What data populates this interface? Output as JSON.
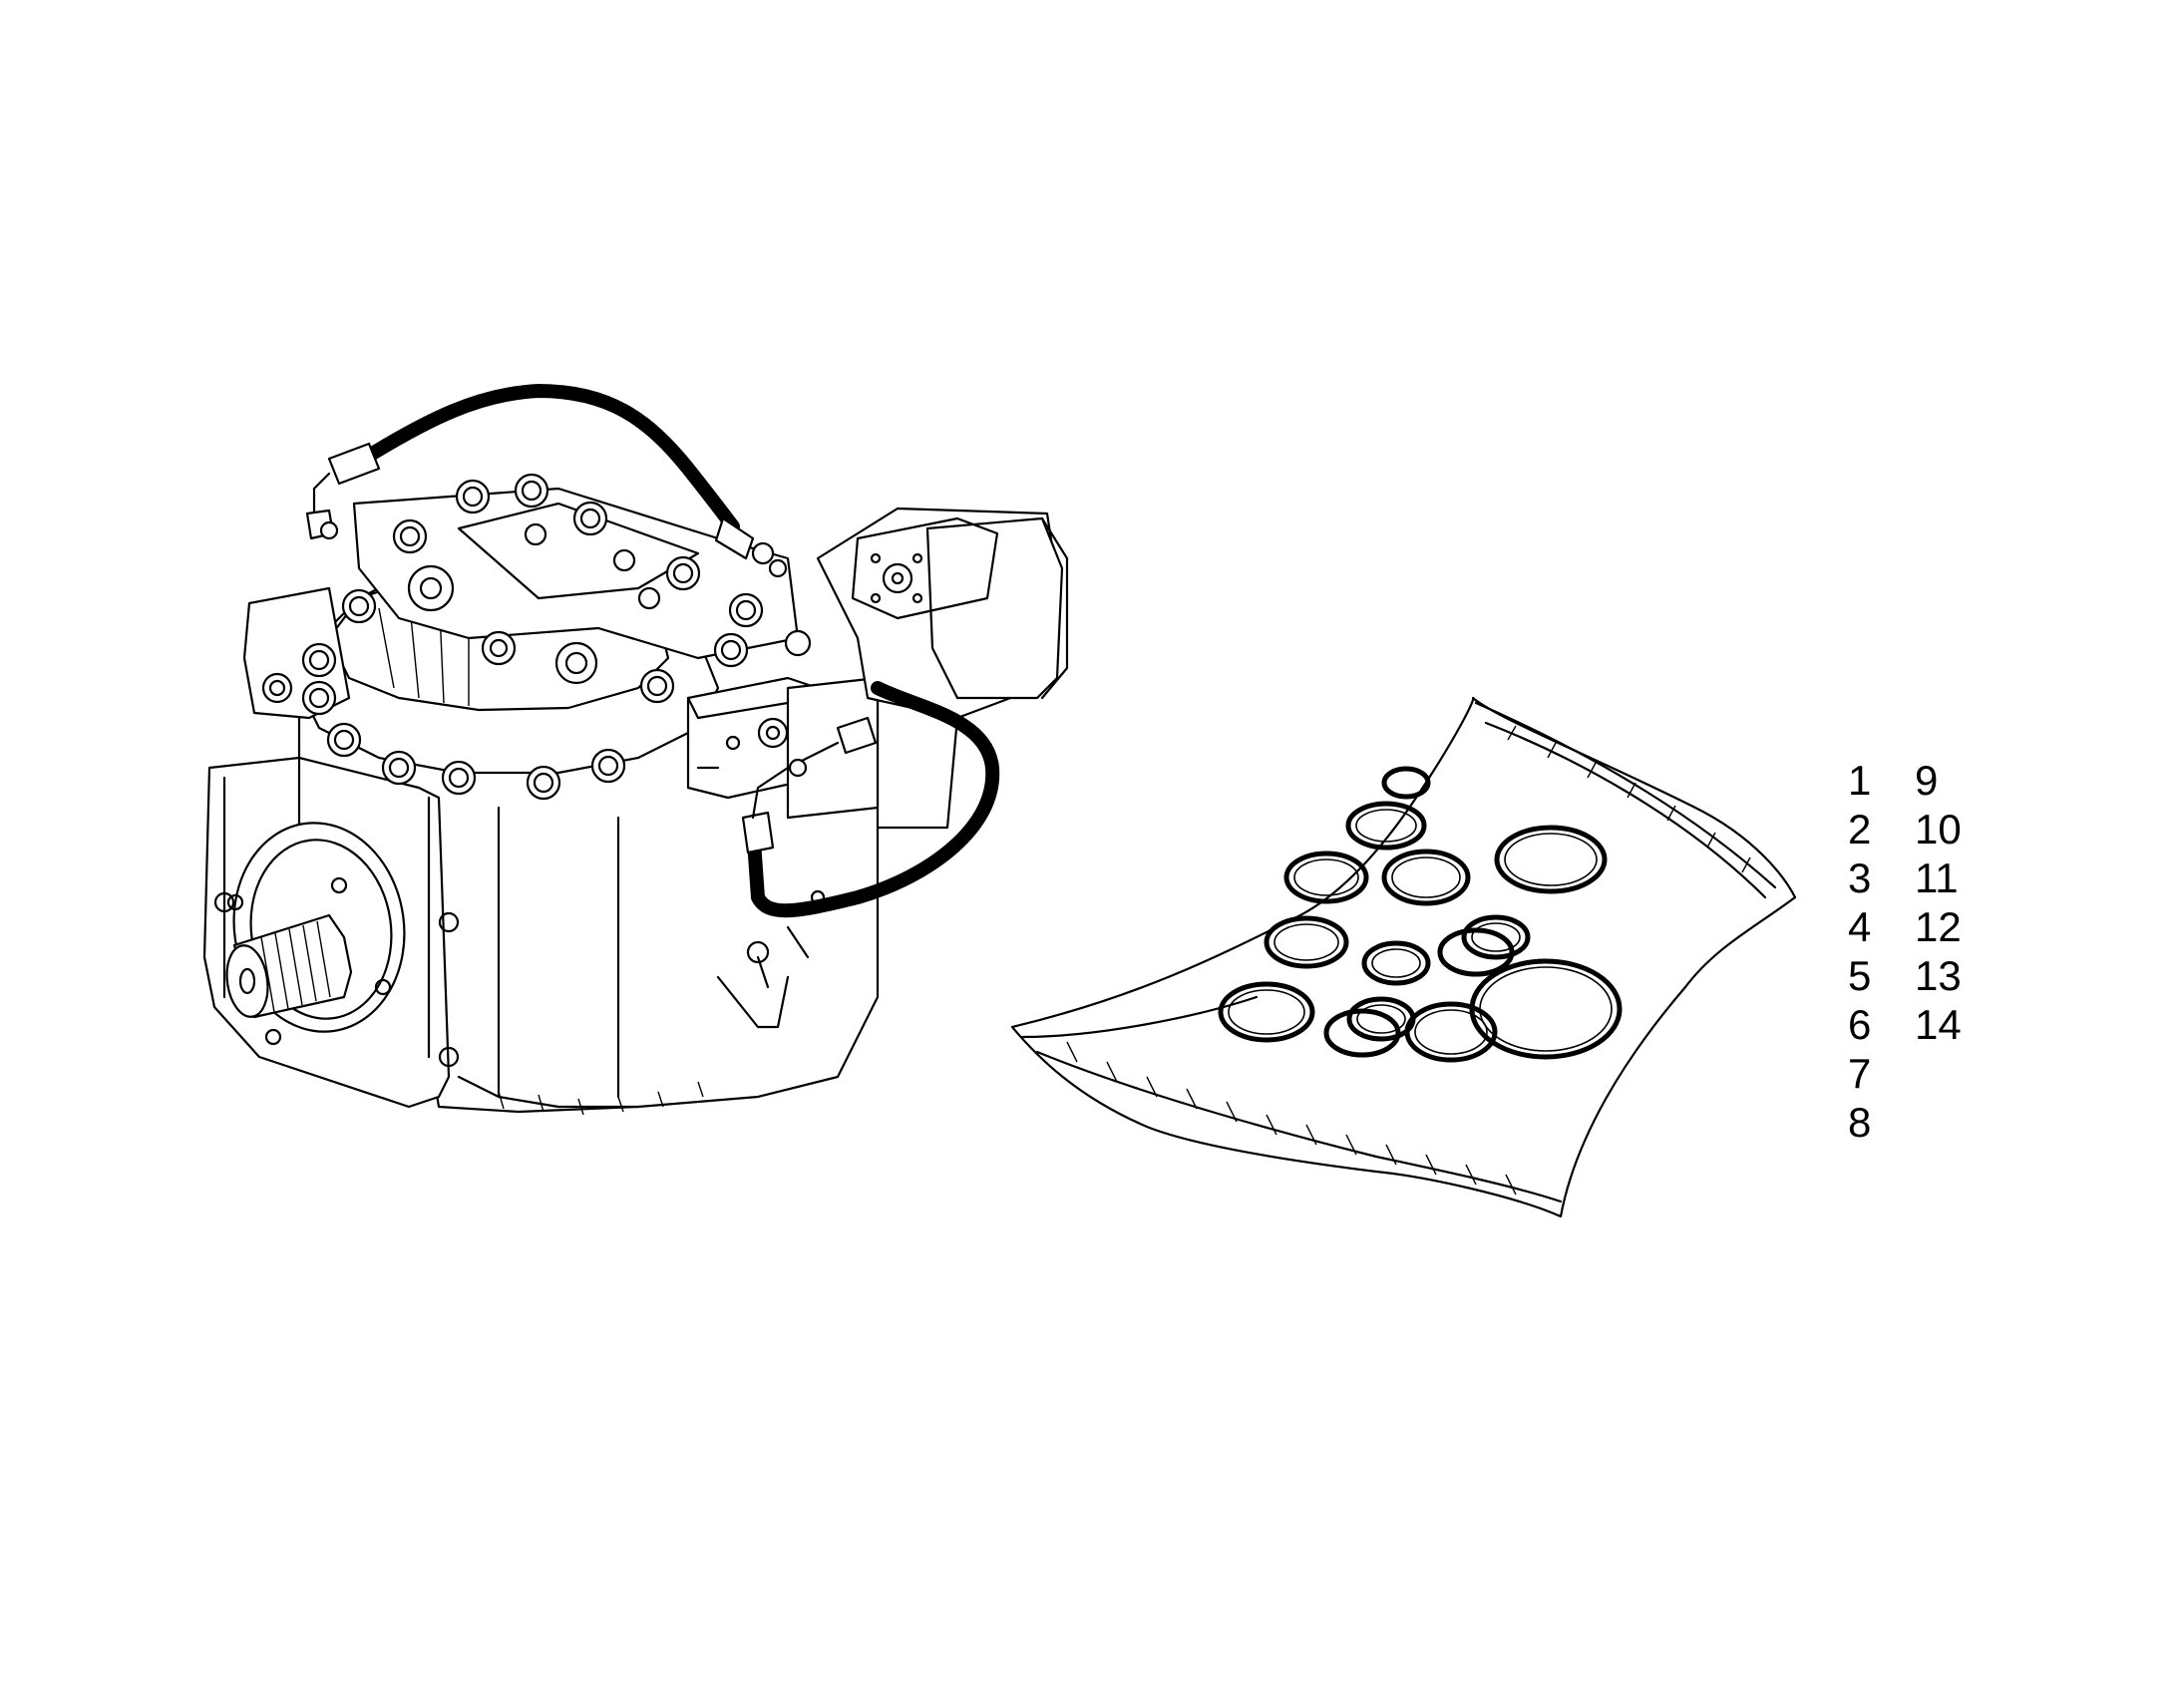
{
  "legend": {
    "col1": [
      "1",
      "2",
      "3",
      "4",
      "5",
      "6",
      "7",
      "8"
    ],
    "col2": [
      "9",
      "10",
      "11",
      "12",
      "13",
      "14"
    ]
  },
  "icons": {
    "pump": "hydraulic-pump-assembly-illustration",
    "seal_kit": "seal-kit-bag-illustration"
  }
}
